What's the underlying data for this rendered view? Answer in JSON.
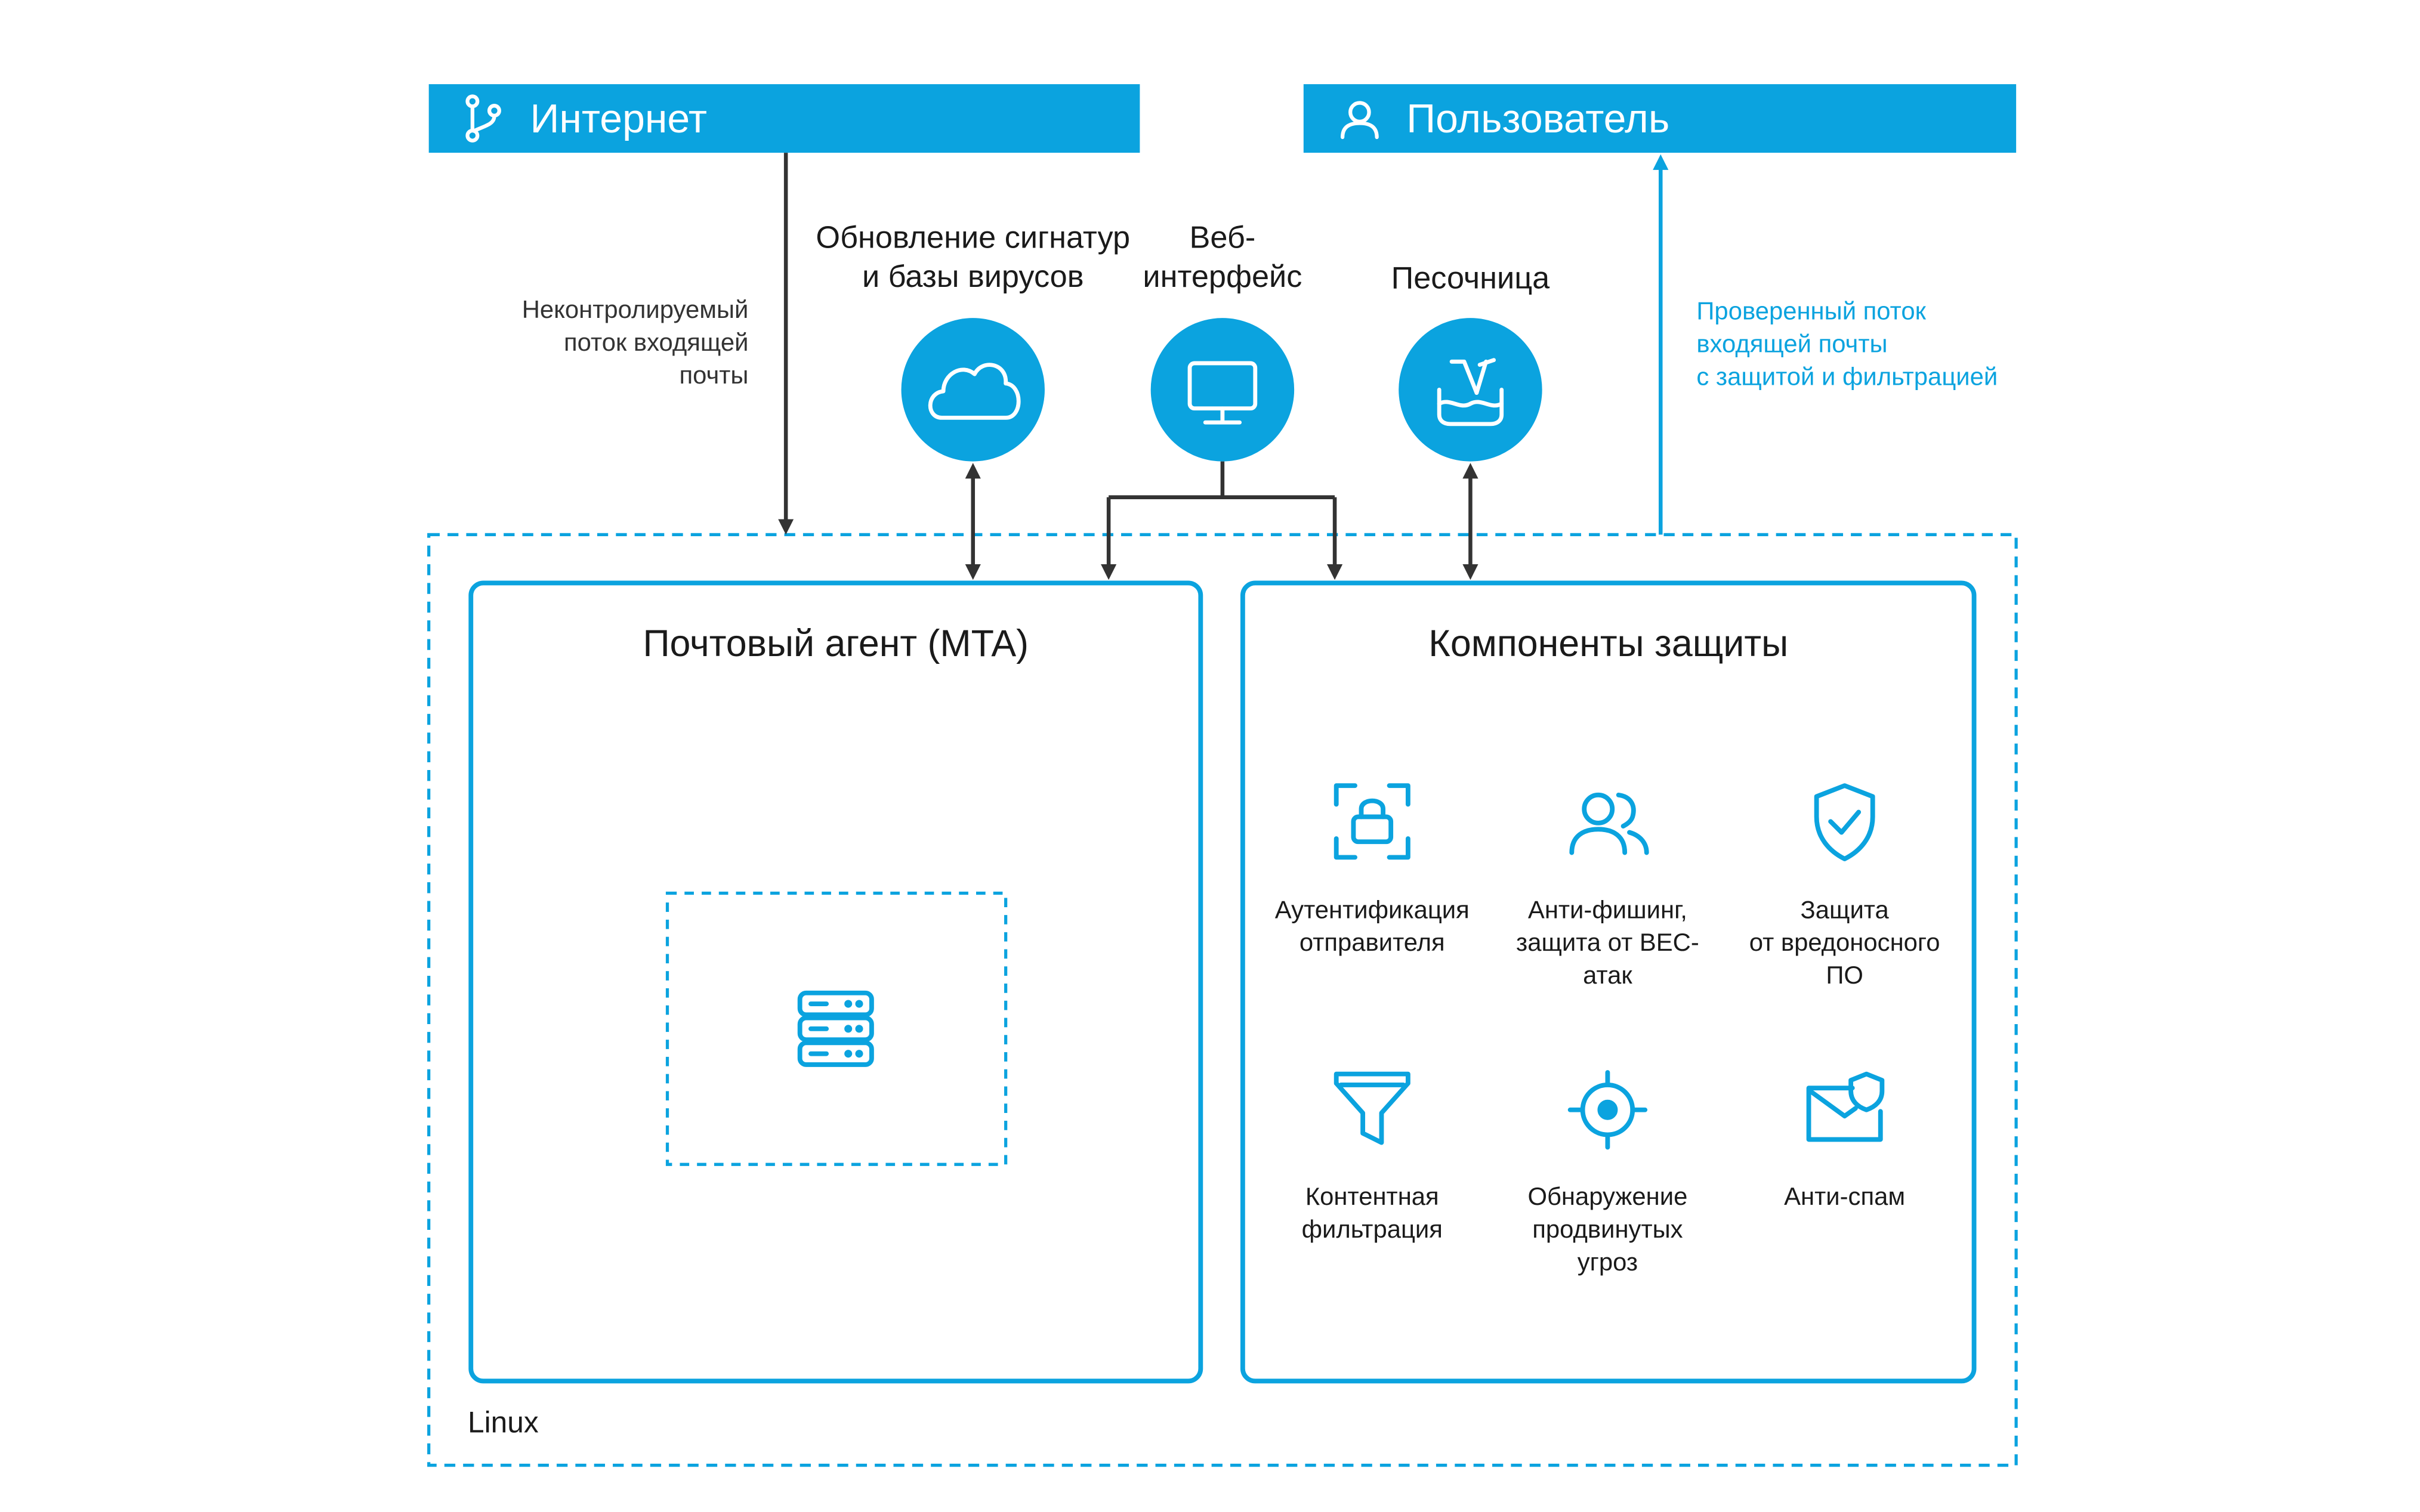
{
  "colors": {
    "accent": "#0BA3DF",
    "arrow": "#333333",
    "text": "#1A1A1A",
    "background": "#FFFFFF"
  },
  "top_nodes": {
    "internet": {
      "label": "Интернет",
      "icon": "branch-icon"
    },
    "user": {
      "label": "Пользователь",
      "icon": "user-icon"
    }
  },
  "flows": {
    "uncontrolled": "Неконтролируемый\nпоток входящей\nпочты",
    "verified": "Проверенный поток\nвходящей почты\nс защитой и фильтрацией"
  },
  "services": [
    {
      "label": "Обновление сигнатур\nи базы вирусов",
      "icon": "cloud-icon"
    },
    {
      "label": "Веб-\nинтерфейс",
      "icon": "monitor-icon"
    },
    {
      "label": "Песочница",
      "icon": "sandbox-icon"
    }
  ],
  "mta": {
    "title": "Почтовый агент (MTA)",
    "icon": "server-icon"
  },
  "protection": {
    "title": "Компоненты защиты",
    "components": [
      {
        "label": "Аутентификация\nотправителя",
        "icon": "lock-scan-icon"
      },
      {
        "label": "Анти-фишинг,\nзащита от BEC-\nатак",
        "icon": "users-icon"
      },
      {
        "label": "Защита\nот вредоносного\nПО",
        "icon": "shield-check-icon"
      },
      {
        "label": "Контентная\nфильтрация",
        "icon": "filter-icon"
      },
      {
        "label": "Обнаружение\nпродвинутых\nугроз",
        "icon": "target-icon"
      },
      {
        "label": "Анти-спам",
        "icon": "mail-shield-icon"
      }
    ]
  },
  "platform": {
    "label": "Linux"
  }
}
